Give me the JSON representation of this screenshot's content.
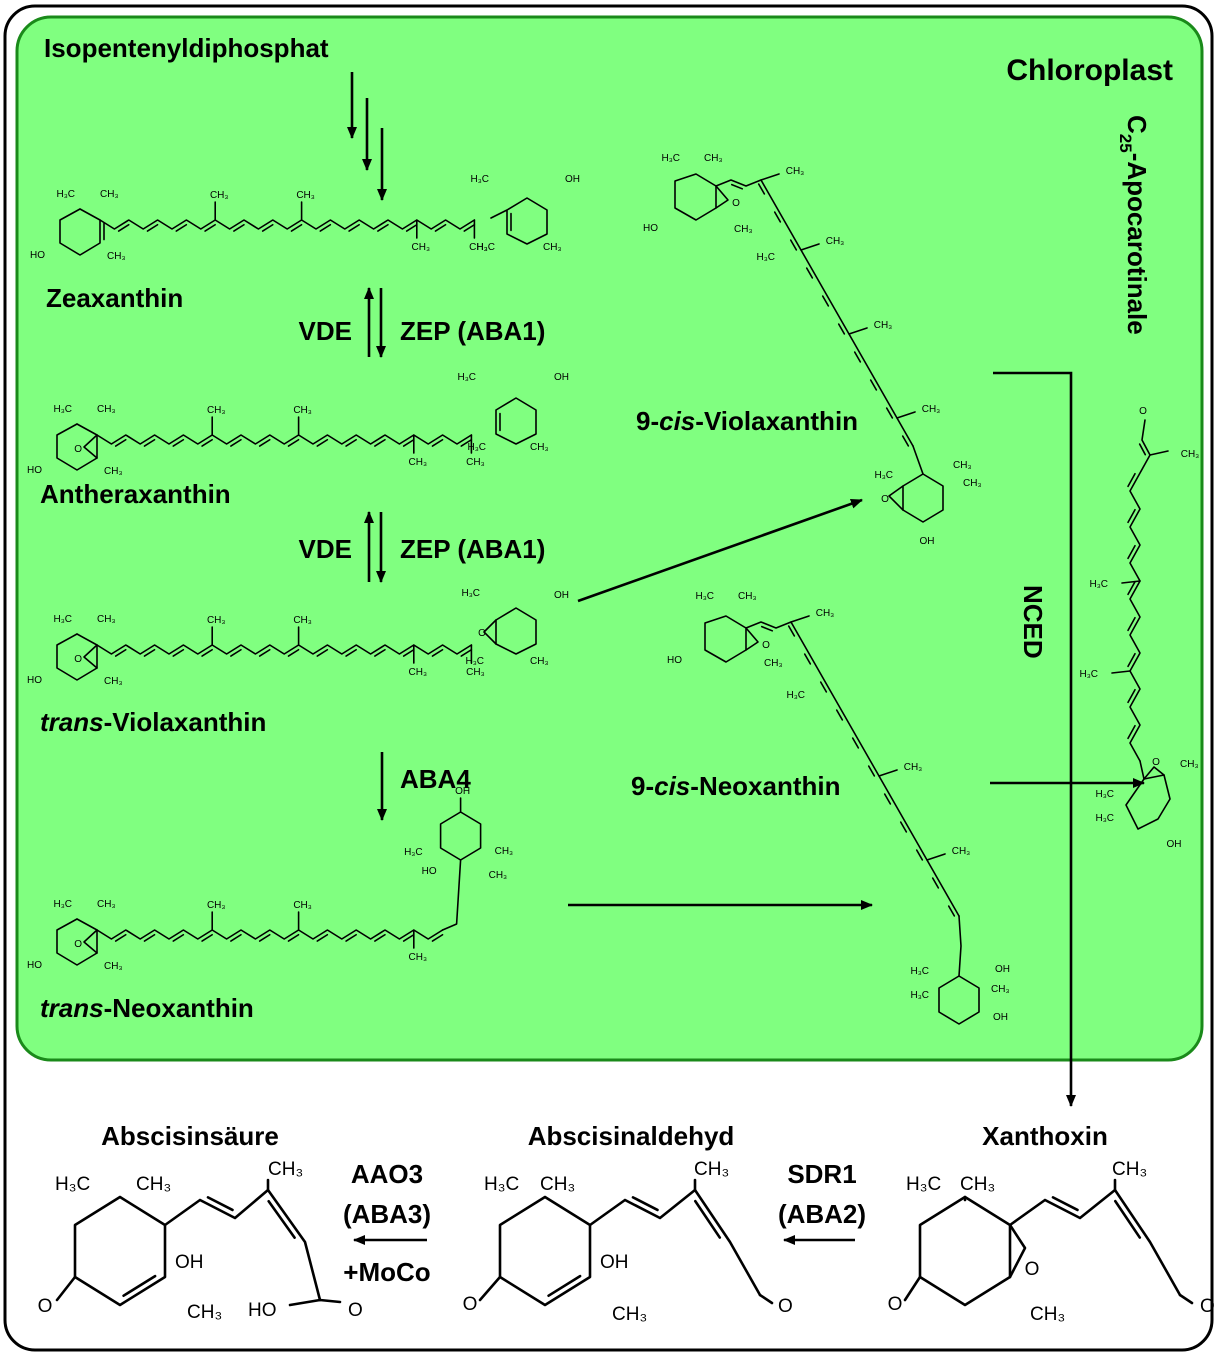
{
  "compartment": {
    "title": "Chloroplast",
    "fill_color": "#80ff80",
    "border_color": "#1a8a1a"
  },
  "precursor": "Isopentenyldiphosphat",
  "compounds": {
    "zeaxanthin": "Zeaxanthin",
    "antheraxanthin": "Antheraxanthin",
    "trans_violaxanthin": {
      "prefix": "trans",
      "name": "-Violaxanthin"
    },
    "trans_neoxanthin": {
      "prefix": "trans",
      "name": "-Neoxanthin"
    },
    "cis_violaxanthin": {
      "prefix1": "9-",
      "prefix2": "cis",
      "name": "-Violaxanthin"
    },
    "cis_neoxanthin": {
      "prefix1": "9-",
      "prefix2": "cis",
      "name": "-Neoxanthin"
    },
    "apocarotenal": {
      "c": "C",
      "sub": "25",
      "name": "-Apocarotinale"
    },
    "xanthoxin": "Xanthoxin",
    "abscisic_aldehyde": "Abscisinaldehyd",
    "abscisic_acid": "Abscisinsäure"
  },
  "enzymes": {
    "vde_1": "VDE",
    "zep_1": "ZEP (ABA1)",
    "vde_2": "VDE",
    "zep_2": "ZEP (ABA1)",
    "aba4": "ABA4",
    "nced": "NCED",
    "sdr1": "SDR1",
    "aba2": "(ABA2)",
    "aao3": "AAO3",
    "aba3": "(ABA3)",
    "moco": "+MoCo"
  },
  "atoms": {
    "h3c": "H₃C",
    "ch3": "CH₃",
    "oh": "OH",
    "ho": "HO",
    "o": "O"
  }
}
